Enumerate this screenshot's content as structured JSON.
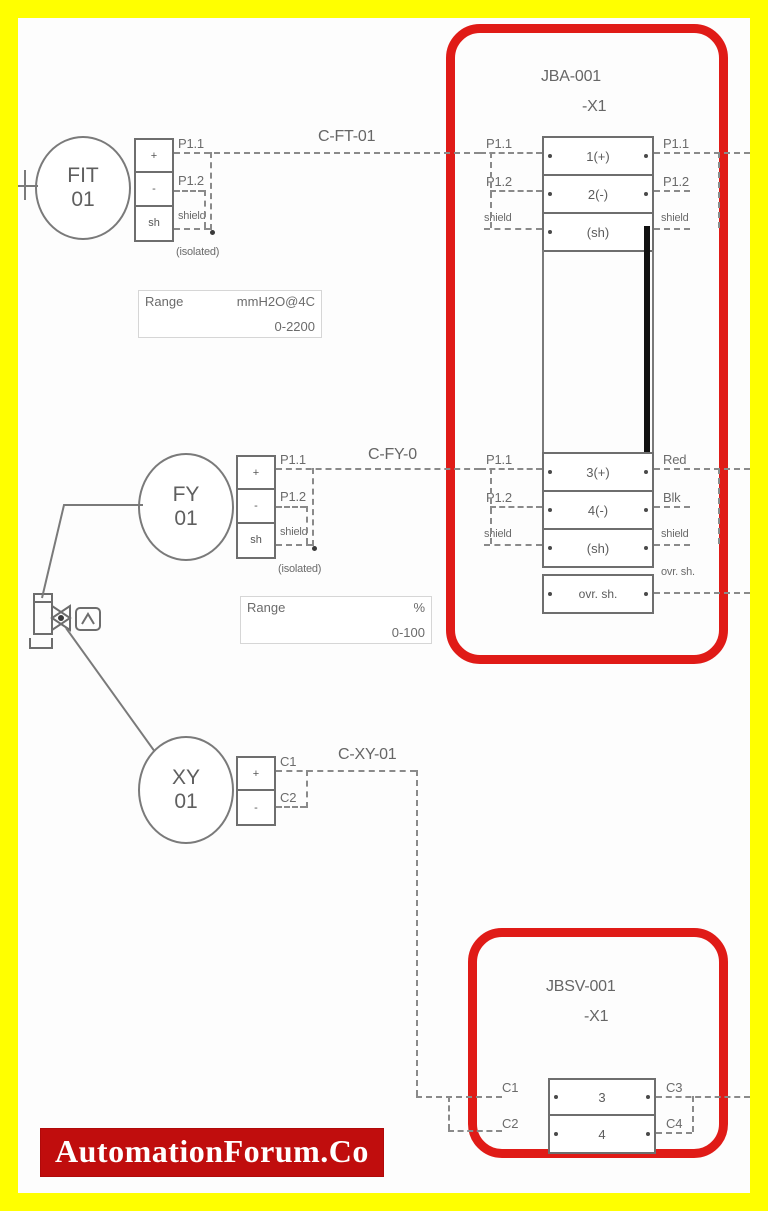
{
  "page": {
    "frame_color": "#ffff00",
    "highlight_color": "#e01b17",
    "watermark": "AutomationForum.Co"
  },
  "instruments": [
    {
      "tag_top": "FIT",
      "tag_bottom": "01",
      "terminals": [
        "+",
        "-",
        "sh"
      ],
      "wire_labels": [
        "P1.1",
        "P1.2",
        "shield"
      ],
      "note": "(isolated)",
      "cable_tag": "C-FT-01",
      "range": {
        "label": "Range",
        "unit": "mmH2O@4C",
        "value": "0-2200"
      }
    },
    {
      "tag_top": "FY",
      "tag_bottom": "01",
      "terminals": [
        "+",
        "-",
        "sh"
      ],
      "wire_labels": [
        "P1.1",
        "P1.2",
        "shield"
      ],
      "note": "(isolated)",
      "cable_tag": "C-FY-0",
      "range": {
        "label": "Range",
        "unit": "%",
        "value": "0-100"
      }
    },
    {
      "tag_top": "XY",
      "tag_bottom": "01",
      "terminals": [
        "+",
        "-"
      ],
      "wire_labels": [
        "C1",
        "C2"
      ],
      "note": "",
      "cable_tag": "C-XY-01",
      "range": null
    }
  ],
  "junction_boxes": [
    {
      "name": "JBA-001",
      "sub": "-X1",
      "groups": [
        {
          "left_labels": [
            "P1.1",
            "P1.2",
            "shield"
          ],
          "terminals": [
            "1(+)",
            "2(-)",
            "(sh)"
          ],
          "right_labels": [
            "P1.1",
            "P1.2",
            "shield"
          ]
        },
        {
          "left_labels": [
            "P1.1",
            "P1.2",
            "shield"
          ],
          "terminals": [
            "3(+)",
            "4(-)",
            "(sh)"
          ],
          "right_labels": [
            "Red",
            "Blk",
            "shield"
          ]
        }
      ],
      "bottom_terminal": "ovr. sh.",
      "bottom_right_label": "ovr. sh."
    },
    {
      "name": "JBSV-001",
      "sub": "-X1",
      "groups": [
        {
          "left_labels": [
            "C1",
            "C2"
          ],
          "terminals": [
            "3",
            "4"
          ],
          "right_labels": [
            "C3",
            "C4"
          ]
        }
      ]
    }
  ]
}
